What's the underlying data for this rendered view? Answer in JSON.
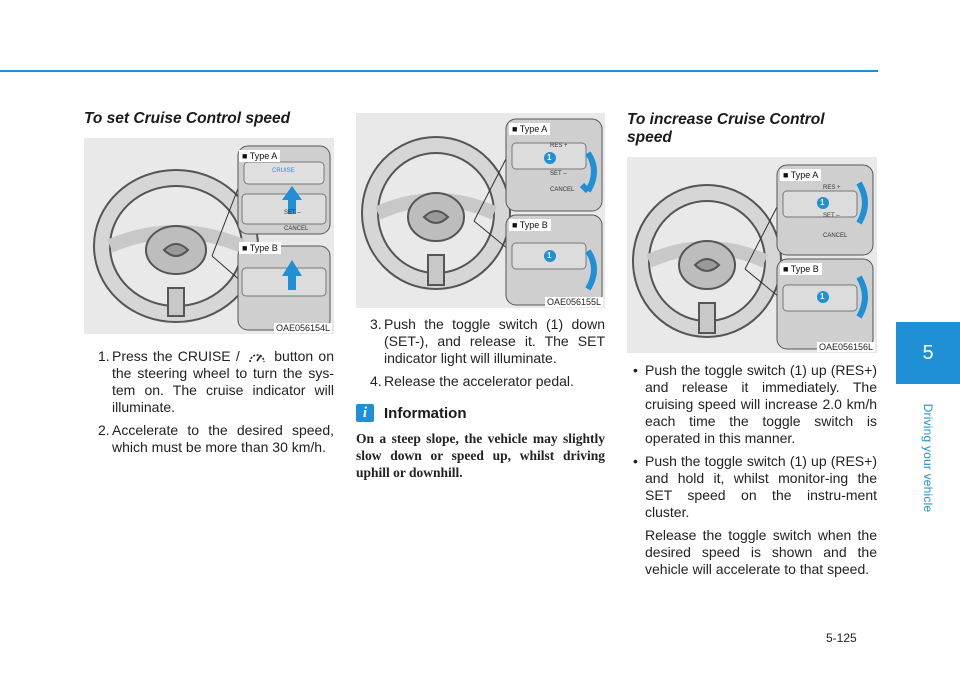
{
  "section_number": "5",
  "section_title": "Driving your vehicle",
  "page_number": "5-125",
  "left": {
    "heading": "To set Cruise Control speed",
    "figure": {
      "code": "OAE056154L",
      "type_a": "■ Type A",
      "type_b": "■ Type B",
      "cruise_text": "CRUISE",
      "set_text": "SET –",
      "cancel_text": "CANCEL"
    },
    "steps": [
      {
        "num": "1.",
        "before": "Press the CRUISE / ",
        "after": " button on the steering wheel to turn the sys-tem on. The cruise indicator will illuminate."
      },
      {
        "num": "2.",
        "text": "Accelerate to the desired speed, which must be more than 30 km/h."
      }
    ]
  },
  "middle": {
    "figure": {
      "code": "OAE056155L",
      "type_a": "■ Type A",
      "type_b": "■ Type B",
      "res_text": "RES +",
      "set_text": "SET –",
      "cancel_text": "CANCEL",
      "callout": "1"
    },
    "steps": [
      {
        "num": "3.",
        "text": "Push the toggle switch (1) down (SET-), and release it. The SET indicator light will illuminate."
      },
      {
        "num": "4.",
        "text": "Release the accelerator pedal."
      }
    ],
    "info_icon": "i",
    "info_title": "Information",
    "info_body": "On a steep slope, the vehicle may slightly slow down or speed up, whilst driving uphill or downhill."
  },
  "right": {
    "heading_line1": "To increase Cruise Control",
    "heading_line2": "speed",
    "figure": {
      "code": "OAE056156L",
      "type_a": "■ Type A",
      "type_b": "■ Type B",
      "res_text": "RES +",
      "set_text": "SET –",
      "cancel_text": "CANCEL",
      "callout": "1"
    },
    "bullets": [
      {
        "text": "Push the toggle switch (1) up (RES+) and release it immediately. The cruising speed will increase 2.0 km/h each time the toggle switch is operated in this manner."
      },
      {
        "text": "Push the toggle switch (1) up (RES+) and hold it, whilst monitor-ing the SET speed on the instru-ment cluster."
      }
    ],
    "continuation": "Release the toggle switch when the desired speed is shown and the vehicle will accelerate to that speed."
  },
  "colors": {
    "accent": "#1f8fd6"
  }
}
